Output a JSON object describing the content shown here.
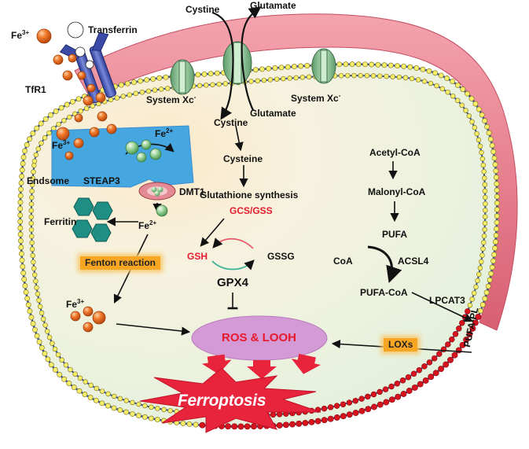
{
  "colors": {
    "membrane_pink": "#e27b8a",
    "cytoplasm": "#eef6e6",
    "endosome_blue": "#45a6e0",
    "iron_orange": "#f0782a",
    "fe2_green": "#9cd39a",
    "ferritin_teal": "#1f8f86",
    "ros_lilac": "#d49ad6",
    "ferroptosis_red": "#e8243c",
    "badge_orange": "#f6a623",
    "label_red": "#e8192c"
  },
  "labels": {
    "fe3_top": "Fe",
    "fe3_top_sup": "3+",
    "transferrin": "Transferrin",
    "tfr1": "TfR1",
    "fe3_endo": "Fe",
    "fe3_endo_sup": "3+",
    "fe2_endo": "Fe",
    "fe2_endo_sup": "2+",
    "endosome": "Endsome",
    "steap3": "STEAP3",
    "dmt1": "DMT1",
    "ferritin": "Ferritin",
    "fe2_cyto": "Fe",
    "fe2_cyto_sup": "2+",
    "fenton": "Fenton reaction",
    "fe3_bottom": "Fe",
    "fe3_bottom_sup": "3+",
    "cystine_top": "Cystine",
    "glutamate_top": "Glutamate",
    "system_xc_1": "System Xc",
    "system_xc_2": "System Xc",
    "xc_sup": "-",
    "glutamate_in": "Glutamate",
    "cystine_in": "Cystine",
    "cysteine": "Cysteine",
    "glutathione_synthesis": "Glutathione synthesis",
    "gcs_gss": "GCS/GSS",
    "gsh": "GSH",
    "gssg": "GSSG",
    "gpx4": "GPX4",
    "ros_looh": "ROS & LOOH",
    "ferroptosis": "Ferroptosis",
    "acetyl_coa": "Acetyl-CoA",
    "malonyl_coa": "Malonyl-CoA",
    "pufa": "PUFA",
    "coa": "CoA",
    "acsl4": "ACSL4",
    "pufa_coa": "PUFA-CoA",
    "lpcat3": "LPCAT3",
    "pufa_pl": "PUFA-PL",
    "loxs": "LOXs"
  },
  "icons": [
    "fe3-iron-ball",
    "transferrin-ball",
    "tfr1-receptor",
    "system-xc-transporter",
    "dmt1-transporter",
    "ferritin-hexagon",
    "fe2-green-ball",
    "ros-ellipse",
    "ferroptosis-burst"
  ]
}
